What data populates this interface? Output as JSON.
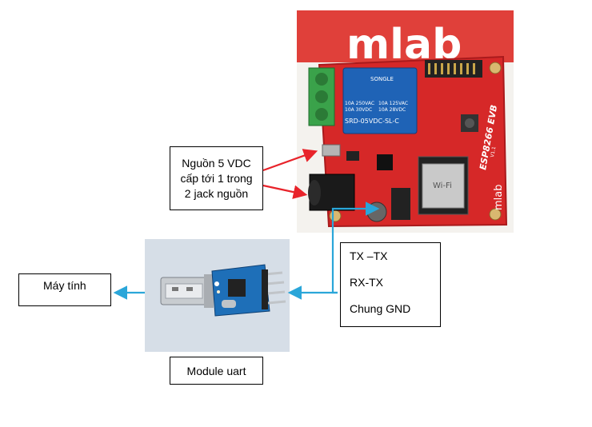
{
  "labels": {
    "power_line1": "Nguồn 5 VDC",
    "power_line2": "cấp tới 1 trong",
    "power_line3": "2 jack nguồn",
    "tx_tx": "TX –TX",
    "rx_tx": "RX-TX",
    "gnd": "Chung GND",
    "computer": "Máy tính",
    "module": "Module uart"
  },
  "board": {
    "brand": "mlab",
    "relay_brand": "SONGLE",
    "relay_line1": "10A 250VAC",
    "relay_line2": "10A 30VDC",
    "relay_line3": "10A 125VAC",
    "relay_line4": "10A 28VDC",
    "relay_model": "SRD-05VDC-SL-C",
    "board_name": "ESP8266 EVB",
    "version": "V1.1",
    "logo_small": "mlab"
  },
  "colors": {
    "arrow_red": "#e8232a",
    "arrow_blue": "#2aa6d9",
    "board_red": "#e0262c",
    "relay_blue": "#1f63b6",
    "terminal_green": "#3aa24a"
  }
}
